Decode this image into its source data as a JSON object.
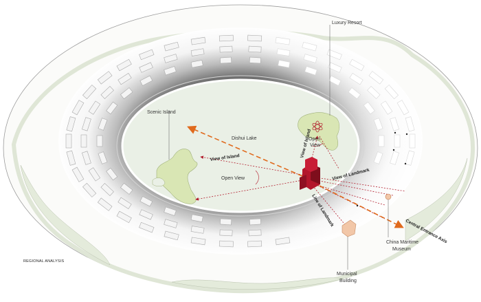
{
  "labels": {
    "luxury_resort": "Luxury Resort",
    "scenic_island": "Scenic Island",
    "dishui_lake": "Dishui Lake",
    "open_view_main": "Open View",
    "open_view_island_1": "Open",
    "open_view_island_2": "View",
    "view_of_island_diag": "View of Island",
    "view_of_island_left": "View of Island",
    "view_of_landmark": "View of Landmark",
    "line_of_landmark": "Line of Landmark",
    "central_entrance_axis": "Central Entrance Axis",
    "china_maritime_1": "China Maritime",
    "china_maritime_2": "Museum",
    "municipal_1": "Municipal",
    "municipal_2": "Building",
    "regional_analysis": "REGIONAL ANALYSIS"
  },
  "colors": {
    "lake": "#eaf0e6",
    "island": "#d9e6b4",
    "landmark": "#b3162b",
    "axis": "#e06a1d",
    "sightline": "#b21c2c",
    "rim": "#f1f3ee",
    "building_outline": "#bdbdbd"
  }
}
